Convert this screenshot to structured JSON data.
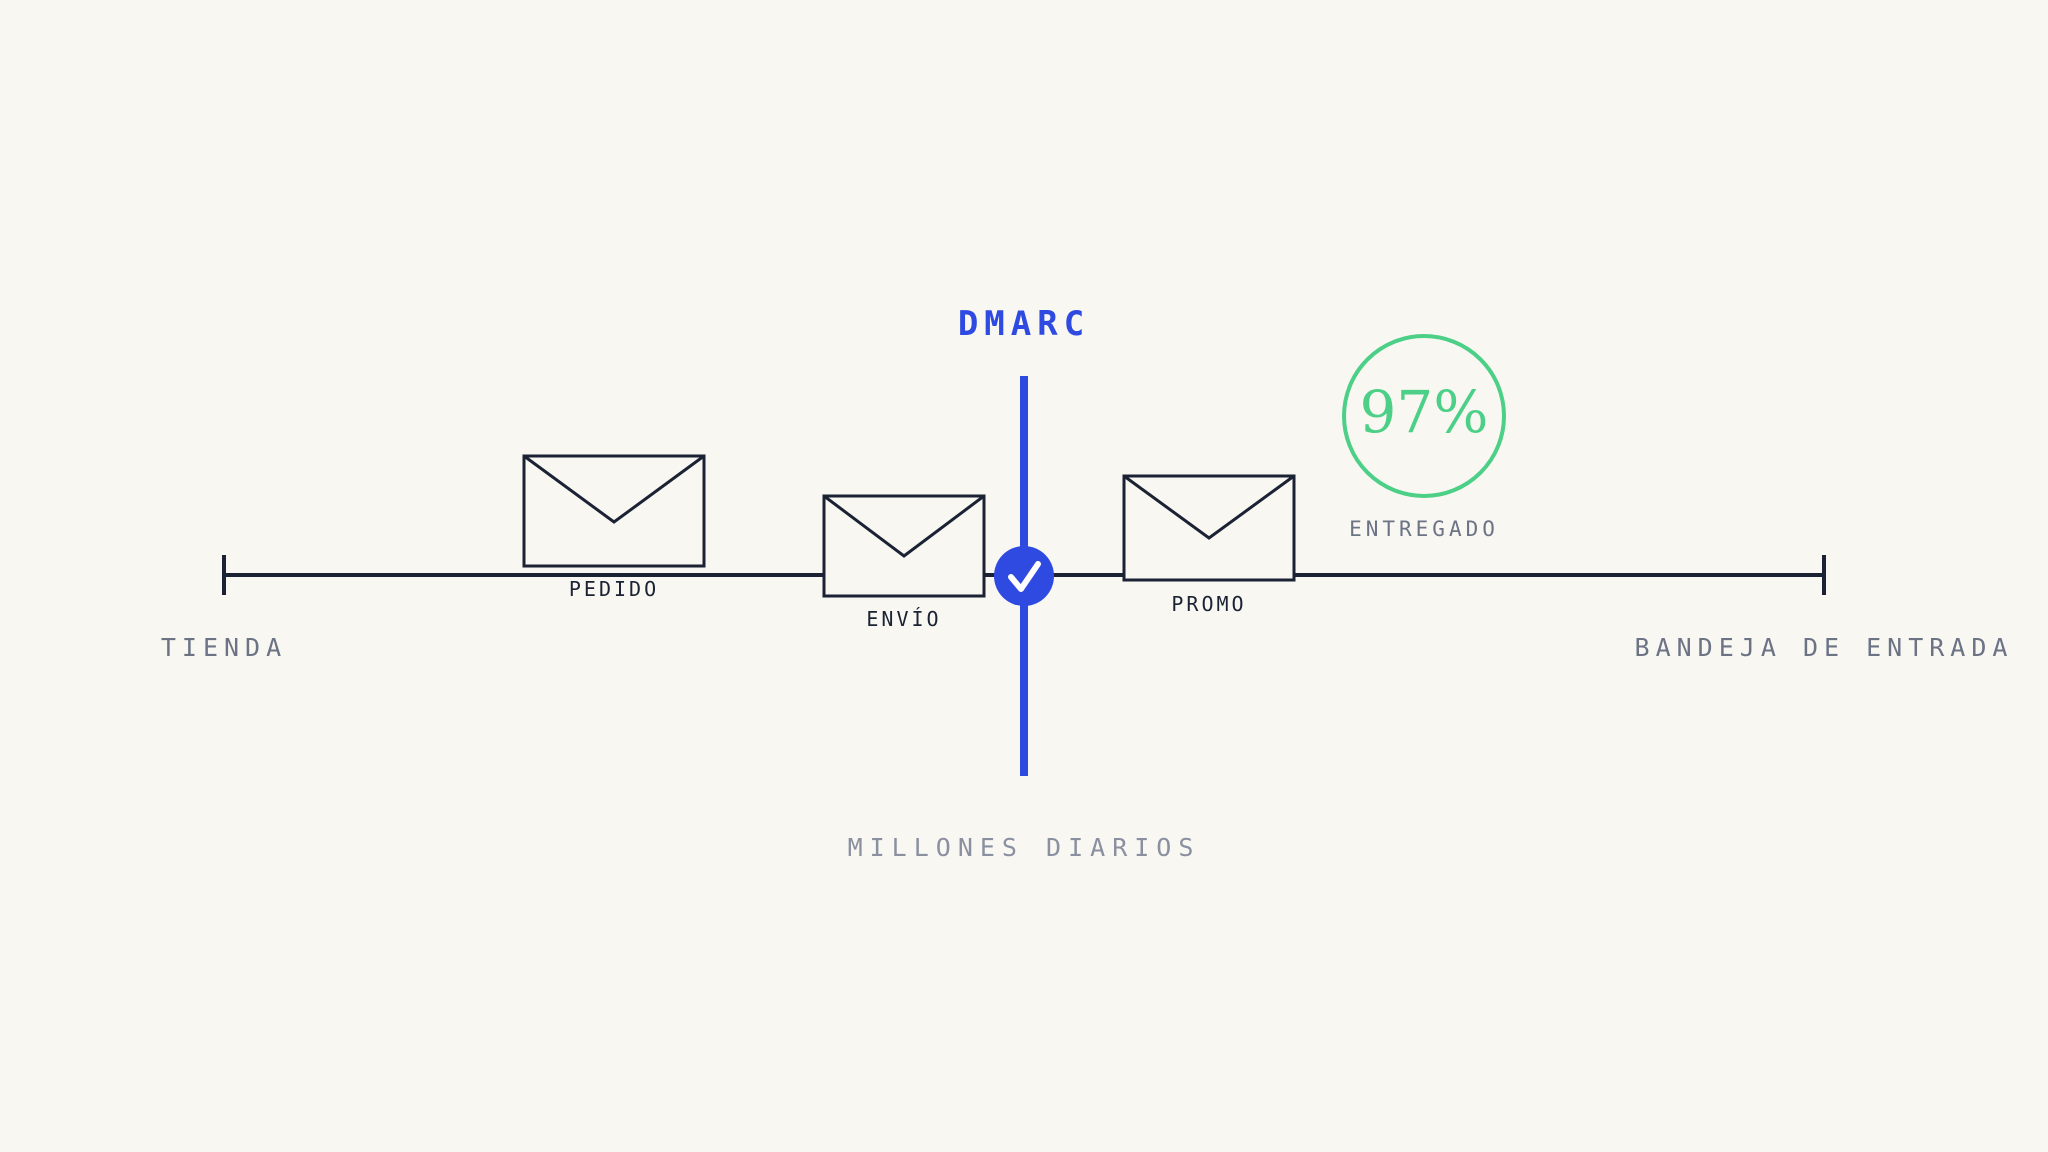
{
  "gate": {
    "label": "DMARC"
  },
  "endpoints": {
    "start_label": "TIENDA",
    "end_label": "BANDEJA DE ENTRADA"
  },
  "messages": [
    {
      "label": "PEDIDO"
    },
    {
      "label": "ENVÍO"
    },
    {
      "label": "PROMO"
    }
  ],
  "delivery": {
    "rate": "97%",
    "label": "ENTREGADO"
  },
  "volume": {
    "label": "MILLONES DIARIOS"
  },
  "colors": {
    "background": "#f8f7f2",
    "line": "#1a2233",
    "accent_blue": "#2f4ae0",
    "success_green": "#4ccf87",
    "muted_text": "#6b7385",
    "faint_text": "#8a90a0"
  },
  "icons": {
    "envelope": "envelope-icon",
    "check": "check-icon"
  }
}
